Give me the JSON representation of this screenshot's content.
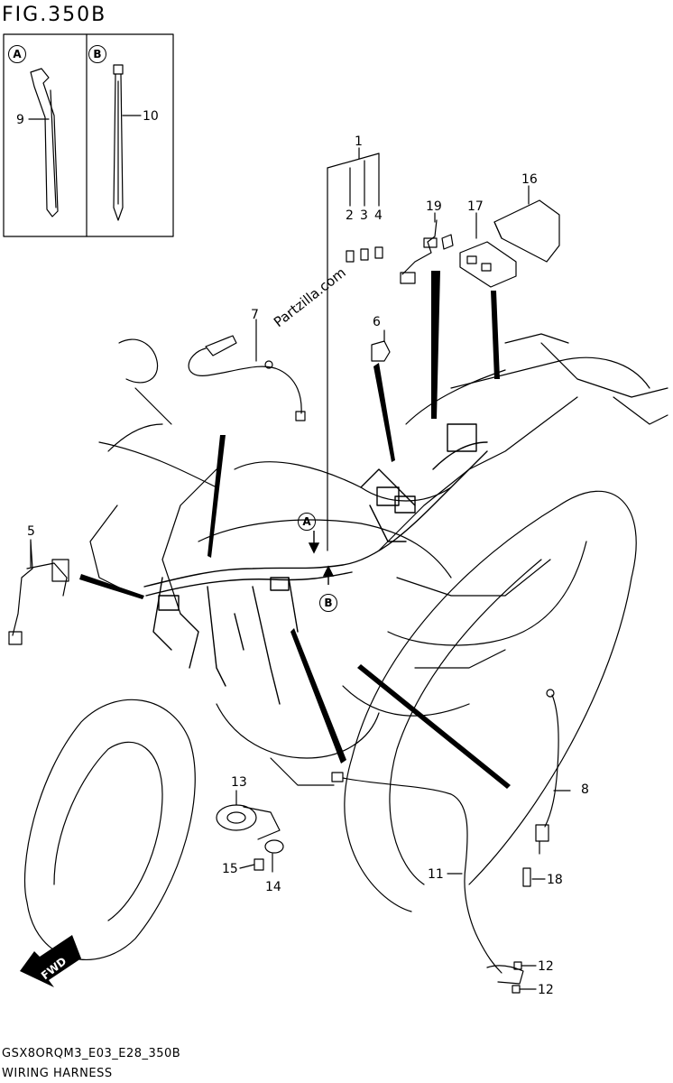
{
  "figure": {
    "title": "FIG.350B",
    "code": "GSX8ORQM3_E03_E28_350B",
    "name": "WIRING HARNESS",
    "watermark": "Partzilla.com"
  },
  "inset": {
    "label_a": "A",
    "label_b": "B"
  },
  "refs": {
    "label_a": "A",
    "label_b": "B"
  },
  "fwd": "FWD",
  "callouts": {
    "c1": "1",
    "c2": "2",
    "c3": "3",
    "c4": "4",
    "c5": "5",
    "c6": "6",
    "c7": "7",
    "c8": "8",
    "c9": "9",
    "c10": "10",
    "c11": "11",
    "c12a": "12",
    "c12b": "12",
    "c13": "13",
    "c14": "14",
    "c15": "15",
    "c16": "16",
    "c17": "17",
    "c18": "18",
    "c19": "19"
  }
}
